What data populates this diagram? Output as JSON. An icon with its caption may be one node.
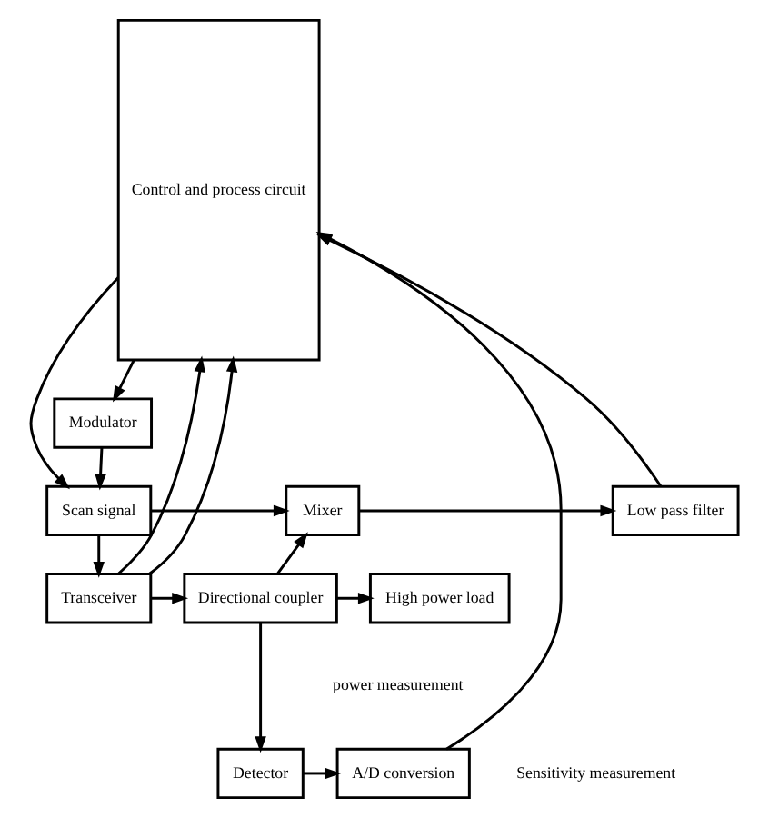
{
  "diagram": {
    "nodes": [
      {
        "text": [
          "Control and process circuit"
        ]
      },
      {
        "text": [
          "Modulator"
        ]
      },
      {
        "text": [
          "Low pass filter"
        ]
      },
      {
        "text": [
          "Mixer"
        ]
      },
      {
        "text": [
          "Scan signal"
        ]
      },
      {
        "text": [
          "High power load"
        ]
      },
      {
        "text": [
          "Directional coupler"
        ]
      },
      {
        "text": [
          "Transceiver"
        ]
      },
      {
        "text": [
          "Detector"
        ]
      },
      {
        "text": [
          "A/D conversion"
        ]
      }
    ],
    "edges": [
      {
        "from": 2,
        "to": 0,
        "arrow": "to"
      },
      {
        "from": 0,
        "to": 1,
        "arrow": "to"
      },
      {
        "from": 1,
        "to": 4,
        "arrow": "to"
      },
      {
        "from": 0,
        "to": 4,
        "arrow": "to"
      },
      {
        "from": 4,
        "to": 3,
        "arrow": "to"
      },
      {
        "from": 3,
        "to": 2,
        "arrow": "to"
      },
      {
        "from": 4,
        "to": 7,
        "arrow": "to"
      },
      {
        "from": 6,
        "to": 3,
        "arrow": "to"
      },
      {
        "from": 7,
        "to": 6,
        "arrow": "to"
      },
      {
        "from": 6,
        "to": 5,
        "arrow": "to"
      },
      {
        "from": 7,
        "to": 0,
        "arrow": "to"
      },
      {
        "from": 7,
        "to": 0,
        "arrow": "to"
      },
      {
        "from": 6,
        "to": 8,
        "arrow": "to"
      },
      {
        "from": 8,
        "to": 9,
        "arrow": "to"
      },
      {
        "from": 9,
        "to": 0,
        "arrow": "to"
      }
    ],
    "labels": [
      "power measurement",
      "Sensitivity measurement"
    ]
  }
}
